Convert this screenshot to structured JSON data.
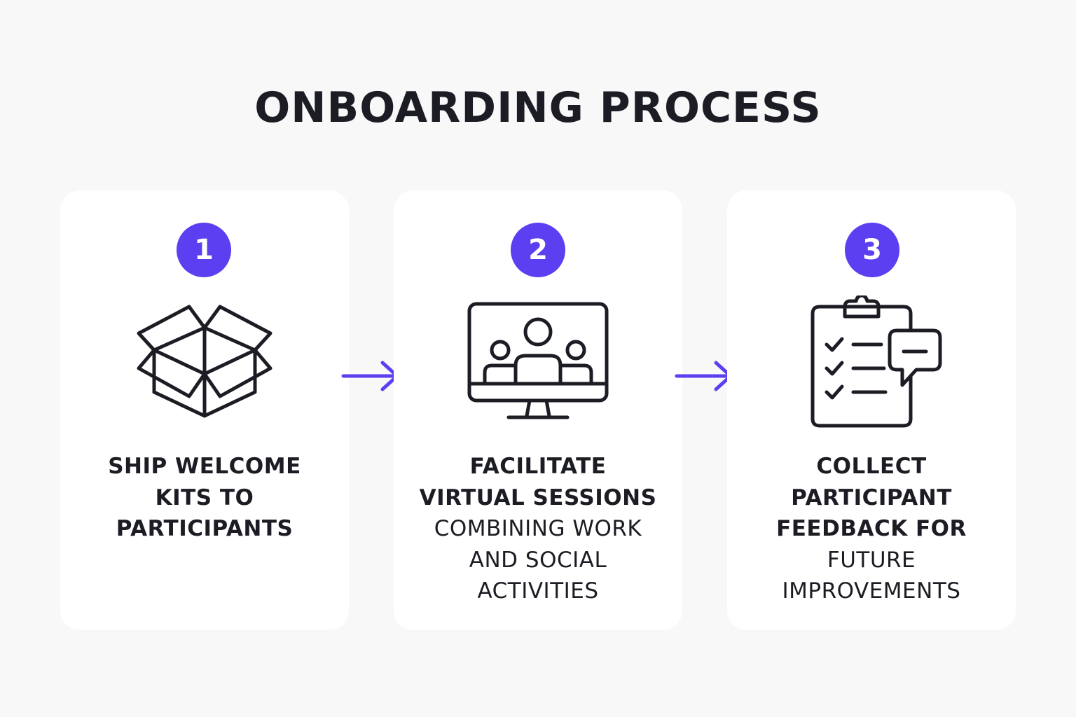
{
  "title": "ONBOARDING PROCESS",
  "colors": {
    "accent": "#5b3ff0",
    "text": "#1c1d24",
    "background": "#f8f8f9",
    "card": "#ffffff"
  },
  "steps": [
    {
      "number": "1",
      "icon": "open-box-icon",
      "label_bold": [
        "SHIP WELCOME",
        "KITS TO",
        "PARTICIPANTS"
      ],
      "label_regular": []
    },
    {
      "number": "2",
      "icon": "video-conference-monitor-icon",
      "label_bold": [
        "FACILITATE",
        "VIRTUAL SESSIONS"
      ],
      "label_regular": [
        "COMBINING WORK",
        "AND SOCIAL",
        "ACTIVITIES"
      ]
    },
    {
      "number": "3",
      "icon": "clipboard-feedback-icon",
      "label_bold": [
        "COLLECT",
        "PARTICIPANT",
        "FEEDBACK FOR"
      ],
      "label_regular": [
        "FUTURE",
        "IMPROVEMENTS"
      ]
    }
  ],
  "connectors": [
    "arrow-right-icon",
    "arrow-right-icon"
  ]
}
